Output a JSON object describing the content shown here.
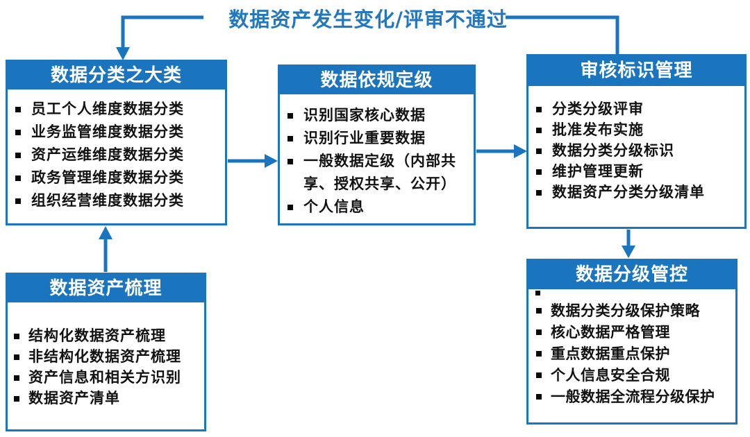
{
  "diagram": {
    "feedback_label": "数据资产发生变化/评审不通过",
    "accent_color": "#1b74be",
    "text_color": "#121212",
    "background_color": "#ffffff",
    "icons": {
      "bullet": "▪"
    },
    "connections": [
      {
        "from": "数据资产梳理",
        "to": "数据分类之大类"
      },
      {
        "from": "数据分类之大类",
        "to": "数据依规定级"
      },
      {
        "from": "数据依规定级",
        "to": "审核标识管理"
      },
      {
        "from": "审核标识管理",
        "to": "数据分级管控"
      },
      {
        "from": "审核标识管理",
        "to": "数据分类之大类",
        "label": "数据资产发生变化/评审不通过"
      }
    ]
  },
  "boxes": {
    "classification": {
      "title": "数据分类之大类",
      "items": [
        "员工个人维度数据分类",
        "业务监管维度数据分类",
        "资产运维维度数据分类",
        "政务管理维度数据分类",
        "组织经营维度数据分类"
      ]
    },
    "grading": {
      "title": "数据依规定级",
      "items": [
        "识别国家核心数据",
        "识别行业重要数据",
        "一般数据定级（内部共享、授权共享、公开）",
        "个人信息"
      ]
    },
    "review": {
      "title": "审核标识管理",
      "items": [
        "分类分级评审",
        "批准发布实施",
        "数据分类分级标识",
        "维护管理更新",
        "数据资产分类分级清单"
      ]
    },
    "inventory": {
      "title": "数据资产梳理",
      "items": [
        "结构化数据资产梳理",
        "非结构化数据资产梳理",
        "资产信息和相关方识别",
        "数据资产清单"
      ]
    },
    "control": {
      "title": "数据分级管控",
      "items": [
        "数据分类分级保护策略",
        "核心数据严格管理",
        "重点数据重点保护",
        "个人信息安全合规",
        "一般数据全流程分级保护"
      ]
    }
  }
}
